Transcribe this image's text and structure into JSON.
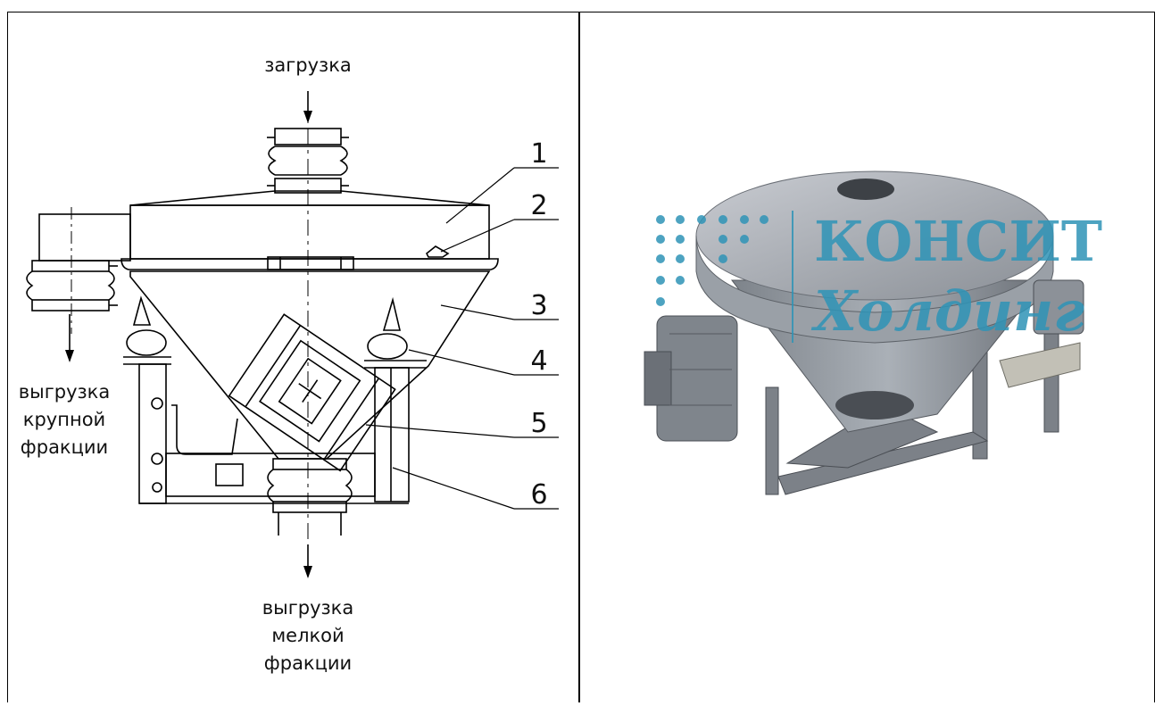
{
  "labels": {
    "load": "загрузка",
    "coarse_unload": [
      "выгрузка",
      "крупной",
      "фракции"
    ],
    "fine_unload": [
      "выгрузка",
      "мелкой",
      "фракции"
    ]
  },
  "callouts": [
    "1",
    "2",
    "3",
    "4",
    "5",
    "6"
  ],
  "logo": {
    "line1": "КОНСИТ",
    "line2": "Холдинг",
    "color": "#2f94b7"
  },
  "colors": {
    "line": "#000000",
    "machine_body": "#8e949c",
    "machine_light": "#b9bec5",
    "machine_dark": "#4a4e54"
  }
}
